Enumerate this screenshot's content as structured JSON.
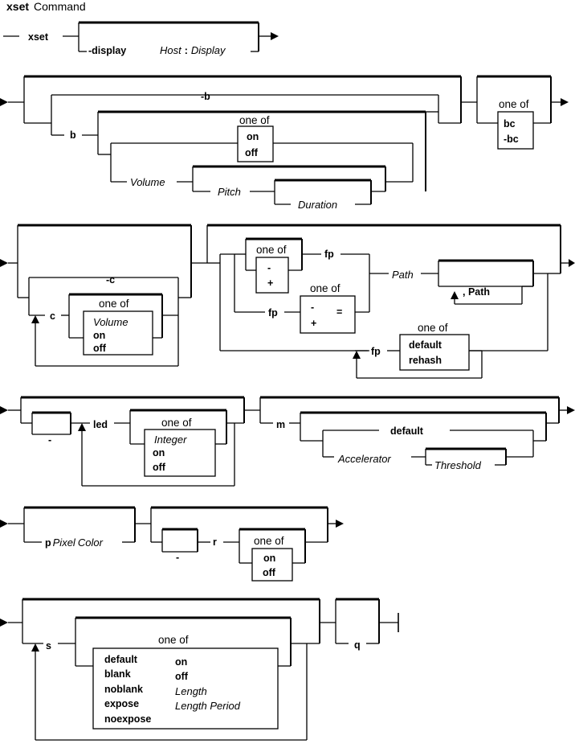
{
  "title": {
    "cmd": "xset",
    "word": "Command"
  },
  "row1": {
    "xset": "xset",
    "display": "-display",
    "host": "Host",
    "colon": ":",
    "disp": "Display"
  },
  "row2": {
    "neg_b": "-b",
    "b": "b",
    "one_of_1": "one of",
    "on": "on",
    "off": "off",
    "volume": "Volume",
    "pitch": "Pitch",
    "duration": "Duration",
    "one_of_2": "one of",
    "bc": "bc",
    "neg_bc": "-bc"
  },
  "row3": {
    "neg_c": "-c",
    "c": "c",
    "one_of_c": "one of",
    "volume": "Volume",
    "on": "on",
    "off": "off",
    "one_of_fp1": "one of",
    "minus": "-",
    "plus": "+",
    "fp_a": "fp",
    "one_of_fp2": "one of",
    "minus2": "-",
    "eq": "=",
    "plus2": "+",
    "fp_b": "fp",
    "path": "Path",
    "comma_path": ", Path",
    "one_of_fp3": "one of",
    "fp_c": "fp",
    "default": "default",
    "rehash": "rehash"
  },
  "row4": {
    "minus": "-",
    "led": "led",
    "one_of": "one of",
    "integer": "Integer",
    "on": "on",
    "off": "off",
    "m": "m",
    "default": "default",
    "accelerator": "Accelerator",
    "threshold": "Threshold"
  },
  "row5": {
    "p": "p",
    "pixel": "Pixel",
    "color": "Color",
    "minus": "-",
    "r": "r",
    "one_of": "one of",
    "on": "on",
    "off": "off"
  },
  "row6": {
    "s": "s",
    "one_of": "one of",
    "left_opts": [
      "default",
      "blank",
      "noblank",
      "expose",
      "noexpose"
    ],
    "right_opts": [
      "on",
      "off",
      "Length",
      "Length Period"
    ],
    "q": "q"
  }
}
